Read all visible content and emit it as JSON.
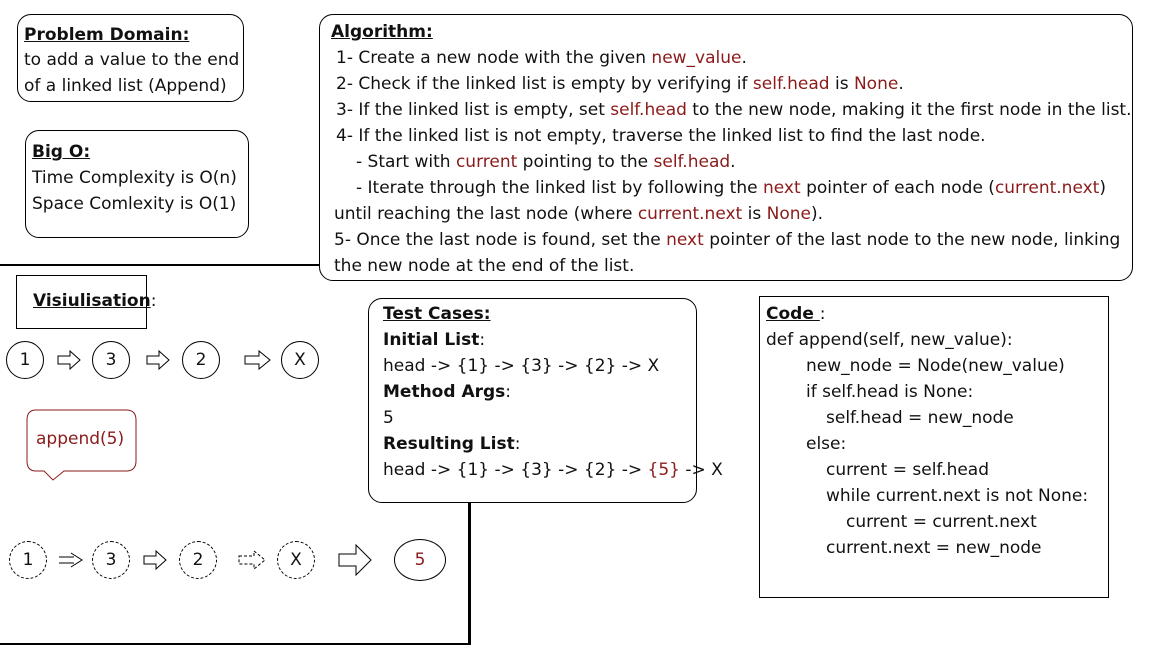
{
  "problem_domain": {
    "title": "Problem Domain:",
    "lines": [
      "to add a value to the end",
      "of a linked list (Append)"
    ]
  },
  "big_o": {
    "title": "Big O:",
    "time": "Time Complexity is O(n)",
    "space": "Space Comlexity is O(1)"
  },
  "algorithm": {
    "title": "Algorithm:",
    "step1_prefix": "1- Create a new node with the given ",
    "step1_hl": "new_value",
    "step1_suffix": ".",
    "step2_prefix": "2- Check if the linked list is empty by verifying if ",
    "step2_hl1": "self.head",
    "step2_mid": " is ",
    "step2_hl2": "None",
    "step2_suffix": ".",
    "step3_prefix": "3- If the linked list is empty, set ",
    "step3_hl": "self.head",
    "step3_suffix": " to the new node, making it the first node in the list.",
    "step4": "4- If the linked list is not empty, traverse the linked list to find the last node.",
    "step4a_prefix": "- Start with ",
    "step4a_hl1": "current",
    "step4a_mid": " pointing to the ",
    "step4a_hl2": "self.head",
    "step4a_suffix": ".",
    "step4b_prefix": "- Iterate through the linked list by following the ",
    "step4b_hl1": "next",
    "step4b_mid": " pointer of each node (",
    "step4b_hl2": "current.next",
    "step4b_suffix": ")",
    "step4c_prefix": "until reaching the last node (where ",
    "step4c_hl1": "current.next",
    "step4c_mid": " is ",
    "step4c_hl2": "None",
    "step4c_suffix": ").",
    "step5_prefix": "5- Once the last node is found, set the ",
    "step5_hl": "next",
    "step5_suffix": " pointer of the last node to the new node, linking",
    "step5_cont": "the new node at the end of the list."
  },
  "visualisation": {
    "title": "Visiulisation",
    "colon": ":",
    "initial_nodes": [
      "1",
      "3",
      "2",
      "X"
    ],
    "callout": "append(5)",
    "result_nodes": [
      "1",
      "3",
      "2",
      "X"
    ],
    "new_node": "5"
  },
  "test_cases": {
    "title": "Test Cases:",
    "initial_label": "Initial List",
    "initial_value": "head -> {1} -> {3} -> {2} -> X",
    "args_label": "Method Args",
    "args_value": "5",
    "result_label": "Resulting List",
    "result_prefix": "head -> {1} -> {3} -> {2} -> ",
    "result_hl": "{5}",
    "result_suffix": " -> X",
    "colon": ":"
  },
  "code": {
    "title": "Code ",
    "colon": ":",
    "lines": [
      "def append(self, new_value):",
      "new_node = Node(new_value)",
      "if self.head is None:",
      "self.head = new_node",
      "else:",
      "current = self.head",
      "while current.next is not None:",
      "current = current.next",
      "current.next = new_node"
    ]
  },
  "colors": {
    "highlight": "#8b1a1a",
    "border": "#000000"
  }
}
